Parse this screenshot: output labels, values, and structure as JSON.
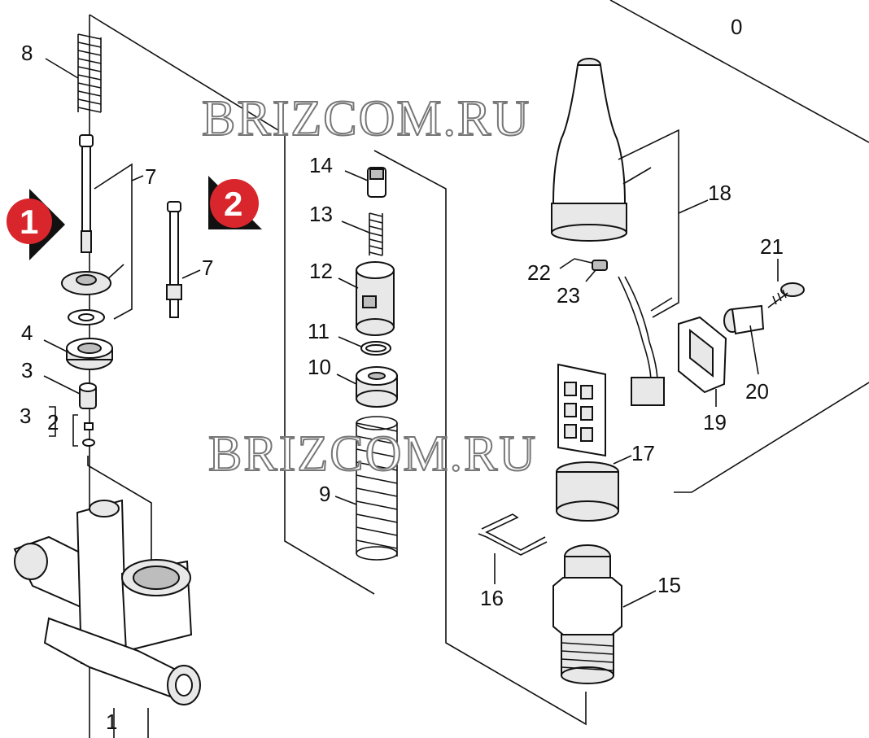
{
  "watermark": "BRIZCOM.RU",
  "labels": {
    "l0": "0",
    "l1": "1",
    "l2": "2",
    "l3a": "3",
    "l3b": "3",
    "l4": "4",
    "l7a": "7",
    "l7b": "7",
    "l8": "8",
    "l9": "9",
    "l10": "10",
    "l11": "11",
    "l12": "12",
    "l13": "13",
    "l14": "14",
    "l15": "15",
    "l16": "16",
    "l17": "17",
    "l18": "18",
    "l19": "19",
    "l20": "20",
    "l21": "21",
    "l22": "22",
    "l23": "23"
  },
  "badges": {
    "b1": "1",
    "b2": "2"
  },
  "colors": {
    "badge": "#d9262c",
    "line": "#111111"
  }
}
